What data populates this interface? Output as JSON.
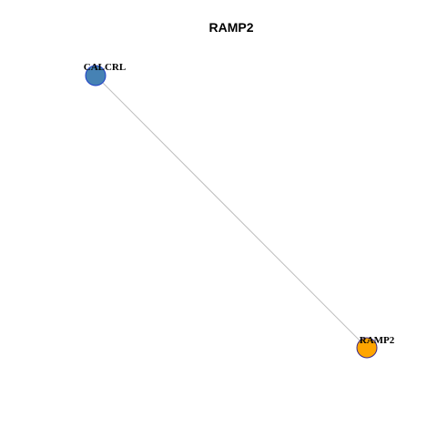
{
  "title": "RAMP2",
  "network": {
    "nodes": [
      {
        "id": "CALCRL",
        "label": "CALCRL",
        "fill": "#4682B4",
        "border": "#1E3FC8"
      },
      {
        "id": "RAMP2",
        "label": "RAMP2",
        "fill": "#FFA500",
        "border": "#3A2A8A"
      }
    ],
    "edges": [
      {
        "from": "CALCRL",
        "to": "RAMP2",
        "color": "#BDBDBD"
      }
    ]
  }
}
